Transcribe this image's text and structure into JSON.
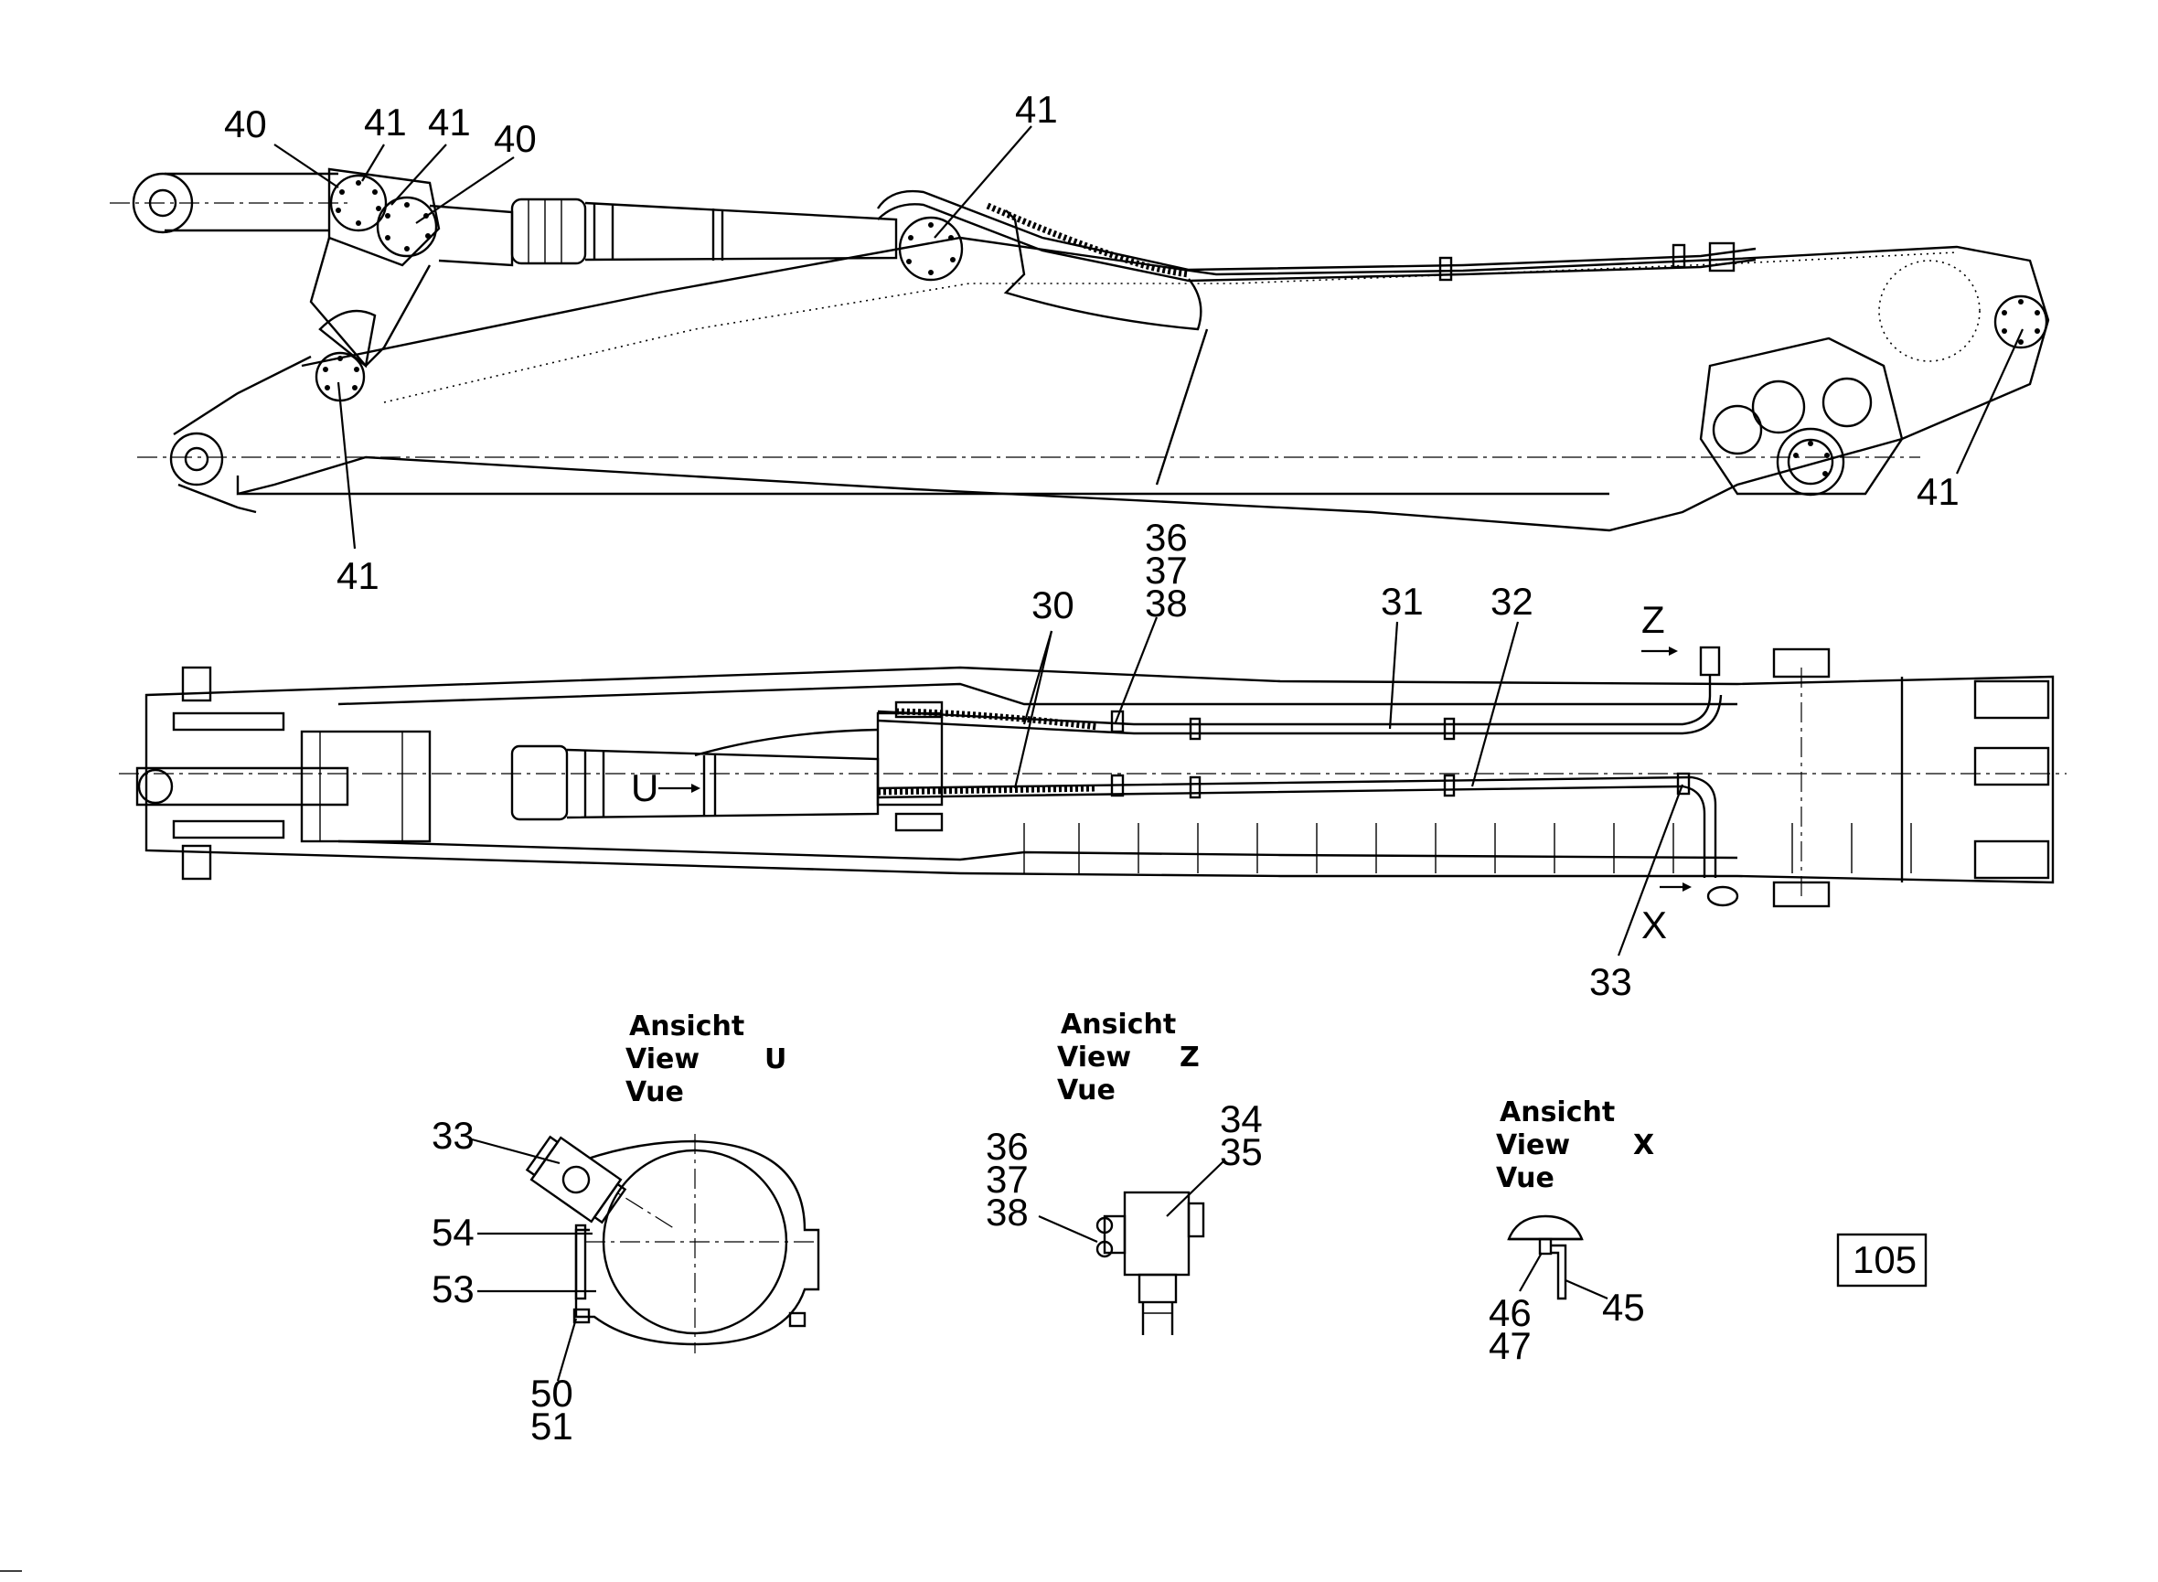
{
  "callouts": {
    "side_view": [
      "40",
      "41",
      "41",
      "40",
      "41",
      "41",
      "41"
    ],
    "top_view": [
      "36",
      "37",
      "38",
      "30",
      "31",
      "32",
      "33"
    ],
    "view_u": [
      "33",
      "54",
      "53",
      "50",
      "51"
    ],
    "view_z": [
      "34",
      "35",
      "36",
      "37",
      "38"
    ],
    "view_x": [
      "46",
      "47",
      "45"
    ]
  },
  "view_markers": {
    "u": "U",
    "z": "Z",
    "x": "X"
  },
  "views": {
    "u": {
      "line1": "Ansicht",
      "line2": "View",
      "line3": "Vue",
      "letter": "U"
    },
    "z": {
      "line1": "Ansicht",
      "line2": "View",
      "line3": "Vue",
      "letter": "Z"
    },
    "x": {
      "line1": "Ansicht",
      "line2": "View",
      "line3": "Vue",
      "letter": "X"
    }
  },
  "page_number": "105"
}
